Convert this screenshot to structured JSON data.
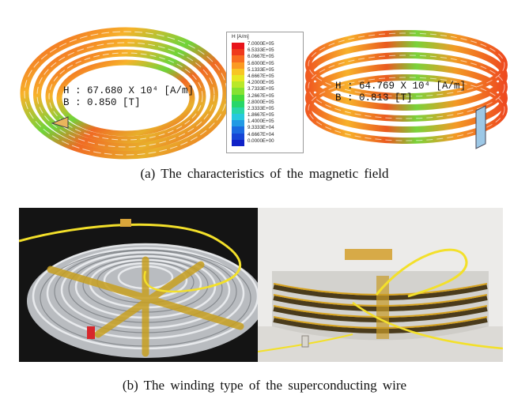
{
  "figure_a": {
    "left_ring": {
      "h_value": "H : 67.680 X 10⁴ [A/m]",
      "b_value": "B : 0.850 [T]"
    },
    "right_ring": {
      "h_value": "H : 64.769 X 10⁴ [A/m]",
      "b_value": "B : 0.813 [T]"
    },
    "legend": {
      "title": "H [A/m]",
      "labels": [
        "7.0000E+05",
        "6.5333E+05",
        "6.0667E+05",
        "5.6000E+05",
        "5.1333E+05",
        "4.6667E+05",
        "4.2000E+05",
        "3.7333E+05",
        "3.2667E+05",
        "2.8000E+05",
        "2.3333E+05",
        "1.8667E+05",
        "1.4000E+05",
        "9.3333E+04",
        "4.6667E+04",
        "0.0000E+00"
      ],
      "colors": [
        "#e8141b",
        "#ef3a1c",
        "#f86d1f",
        "#fb9a22",
        "#f7c623",
        "#e7e823",
        "#b9e82a",
        "#86e231",
        "#47da3a",
        "#27d66a",
        "#28d6a8",
        "#27c9dd",
        "#229ae4",
        "#1b6be0",
        "#1646d6",
        "#1022c8"
      ]
    },
    "caption": "(a)  The characteristics of the magnetic field"
  },
  "figure_b": {
    "caption": "(b)  The winding type of the superconducting wire"
  }
}
